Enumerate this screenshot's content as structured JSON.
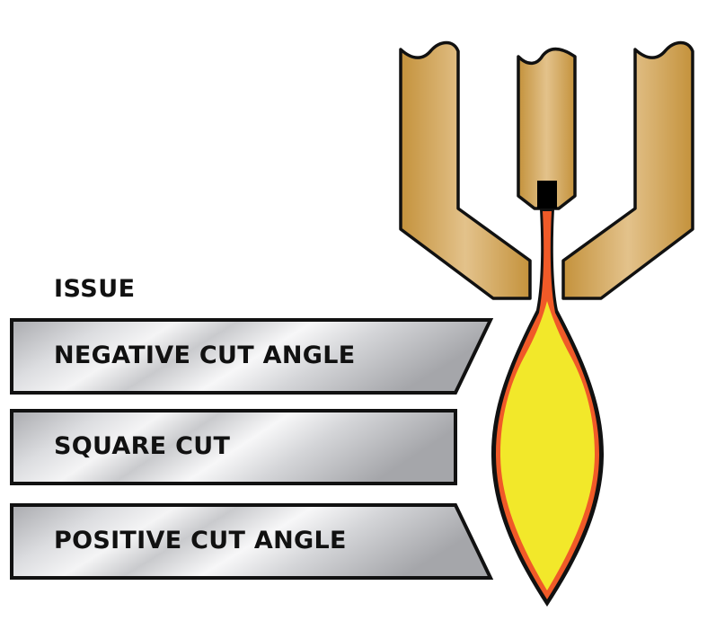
{
  "heading": "ISSUE",
  "issues": [
    {
      "label": "NEGATIVE CUT ANGLE",
      "shape": "right-edge-slanted-in"
    },
    {
      "label": "SQUARE CUT",
      "shape": "rectangle"
    },
    {
      "label": "POSITIVE CUT ANGLE",
      "shape": "right-edge-slanted-out"
    }
  ],
  "illustration": {
    "subject": "plasma-torch-nozzle-with-arc",
    "colors": {
      "nozzle_gold_dark": "#c4923c",
      "nozzle_gold_light": "#e2c088",
      "arc_outer": "#f05a28",
      "arc_inner": "#f2e82a",
      "outline": "#111111",
      "label_silver_dark": "#a8a9ad",
      "label_silver_light": "#f2f2f2"
    }
  }
}
